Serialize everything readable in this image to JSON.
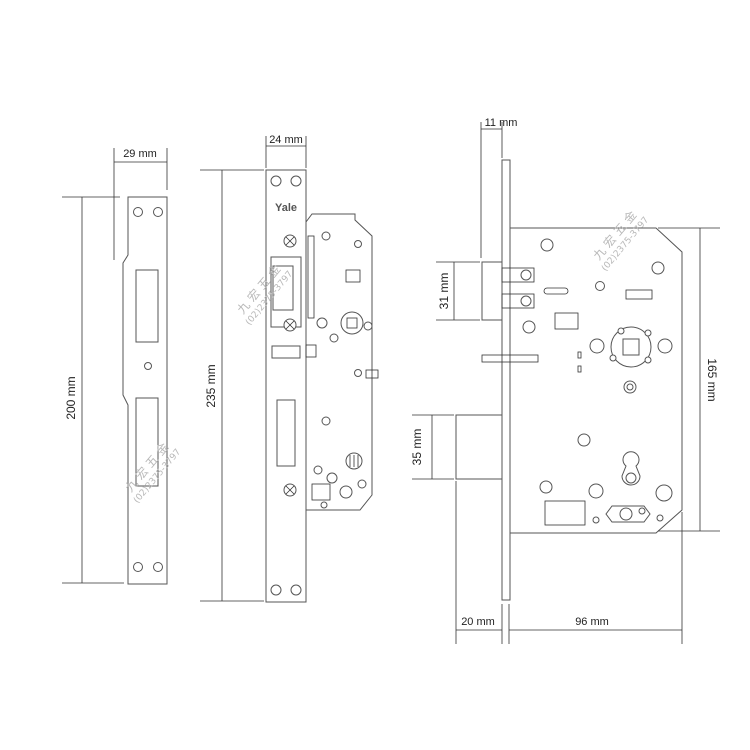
{
  "dimensions": {
    "strike_width": "29 mm",
    "strike_height": "200 mm",
    "faceplate_width": "24 mm",
    "faceplate_height": "235 mm",
    "faceplate_thickness": "11 mm",
    "latch_height": "31 mm",
    "deadbolt_height": "35 mm",
    "deadbolt_throw": "20 mm",
    "backset": "96 mm",
    "case_height": "165 mm"
  },
  "brand": "Yale",
  "watermark": {
    "name": "九 宏 五 金",
    "phone": "(02)2375-3797"
  },
  "colors": {
    "line": "#333333",
    "part_stroke": "#555555",
    "watermark": "#b9b9b9"
  }
}
